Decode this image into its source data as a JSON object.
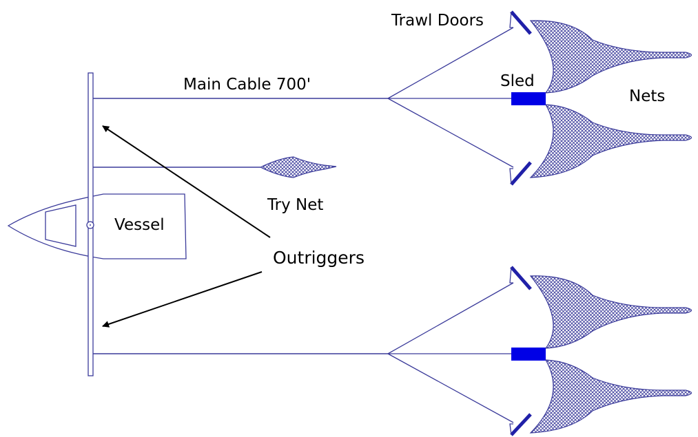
{
  "labels": {
    "trawl_doors": "Trawl Doors",
    "main_cable": "Main Cable 700'",
    "sled": "Sled",
    "nets": "Nets",
    "try_net": "Try Net",
    "vessel": "Vessel",
    "outriggers": "Outriggers"
  },
  "colors": {
    "line": "#3a3a9a",
    "sled": "#0000e6",
    "door": "#2020a8",
    "net_mesh": "#3a3a9a",
    "arrow": "#000000",
    "text": "#000000"
  }
}
